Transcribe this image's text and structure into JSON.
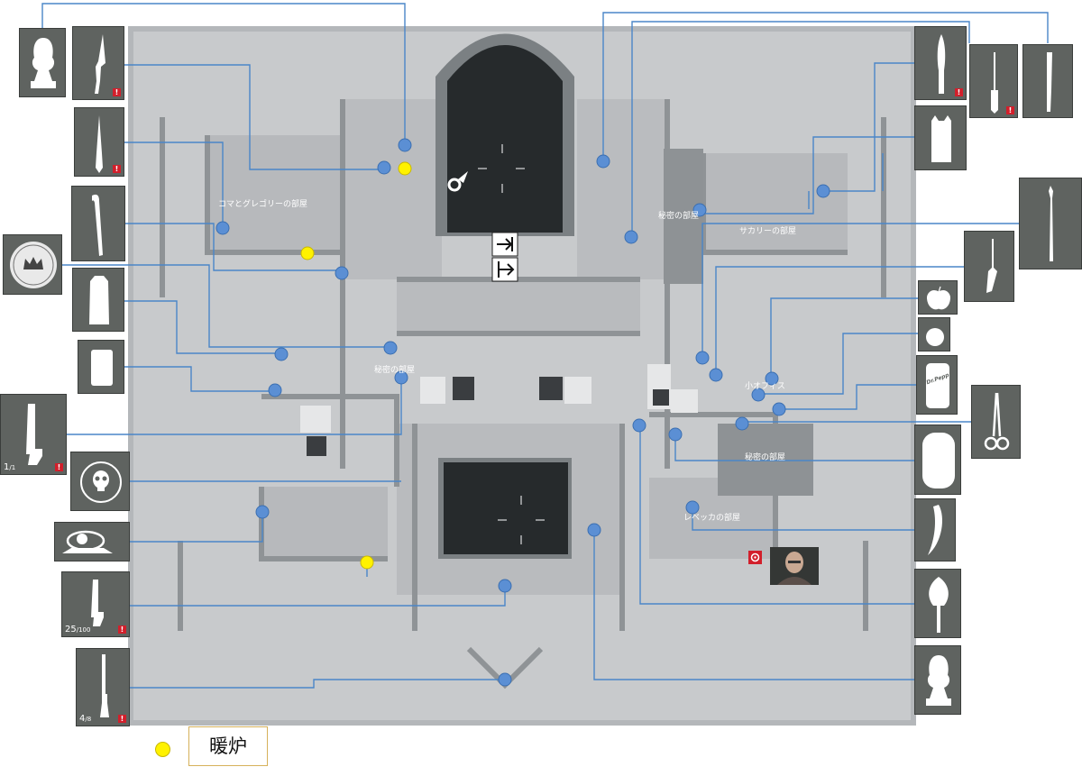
{
  "map": {
    "rooms": [
      {
        "label": "コマとグレゴリーの部屋"
      },
      {
        "label": "秘密の部屋"
      },
      {
        "label": "秘密の部屋"
      },
      {
        "label": "サカリーの部屋"
      },
      {
        "label": "小オフィス"
      },
      {
        "label": "秘密の部屋"
      },
      {
        "label": "レベッカの部屋"
      }
    ]
  },
  "items": {
    "left": [
      {
        "icon": "bust-statue-icon",
        "warn": false,
        "count": "",
        "max": ""
      },
      {
        "icon": "knife-icon",
        "warn": true,
        "count": "",
        "max": ""
      },
      {
        "icon": "letter-opener-icon",
        "warn": true,
        "count": "",
        "max": ""
      },
      {
        "icon": "crowbar-icon",
        "warn": false,
        "count": "",
        "max": ""
      },
      {
        "icon": "crown-coin-icon",
        "warn": false,
        "count": "",
        "max": ""
      },
      {
        "icon": "milk-carton-icon",
        "warn": false,
        "count": "",
        "max": ""
      },
      {
        "icon": "soap-bar-icon",
        "warn": false,
        "count": "",
        "max": ""
      },
      {
        "icon": "pistol-icon",
        "warn": true,
        "count": "1",
        "max": "/1"
      },
      {
        "icon": "skull-emblem-icon",
        "warn": false,
        "count": "",
        "max": ""
      },
      {
        "icon": "disguise-icon",
        "warn": false,
        "count": "",
        "max": ""
      },
      {
        "icon": "silenced-pistol-icon",
        "warn": true,
        "count": "25",
        "max": "/100"
      },
      {
        "icon": "shotgun-icon",
        "warn": true,
        "count": "4",
        "max": "/8"
      }
    ],
    "right": [
      {
        "icon": "kitchen-knife-icon",
        "warn": true,
        "count": "",
        "max": ""
      },
      {
        "icon": "screwdriver-icon",
        "warn": true,
        "count": "",
        "max": ""
      },
      {
        "icon": "cleaver-icon",
        "warn": false,
        "count": "",
        "max": ""
      },
      {
        "icon": "cat-figure-icon",
        "warn": false,
        "count": "",
        "max": ""
      },
      {
        "icon": "sword-cane-icon",
        "warn": false,
        "count": "",
        "max": ""
      },
      {
        "icon": "hook-tool-icon",
        "warn": false,
        "count": "",
        "max": ""
      },
      {
        "icon": "apple-icon",
        "warn": false,
        "count": "",
        "max": ""
      },
      {
        "icon": "orange-icon",
        "warn": false,
        "count": "",
        "max": ""
      },
      {
        "icon": "soda-can-icon",
        "warn": false,
        "count": "",
        "max": "",
        "text": "Dr.Pepp"
      },
      {
        "icon": "scissors-icon",
        "warn": false,
        "count": "",
        "max": ""
      },
      {
        "icon": "pillow-icon",
        "warn": false,
        "count": "",
        "max": ""
      },
      {
        "icon": "banana-icon",
        "warn": false,
        "count": "",
        "max": ""
      },
      {
        "icon": "feather-duster-icon",
        "warn": false,
        "count": "",
        "max": ""
      },
      {
        "icon": "bust-statue-icon",
        "warn": false,
        "count": "",
        "max": ""
      }
    ]
  },
  "legend": {
    "label": "暖炉"
  },
  "colors": {
    "marker": "#5b8fd4",
    "line": "#4a86c8",
    "fireplace": "#fff200",
    "target": "#d21f2b"
  }
}
